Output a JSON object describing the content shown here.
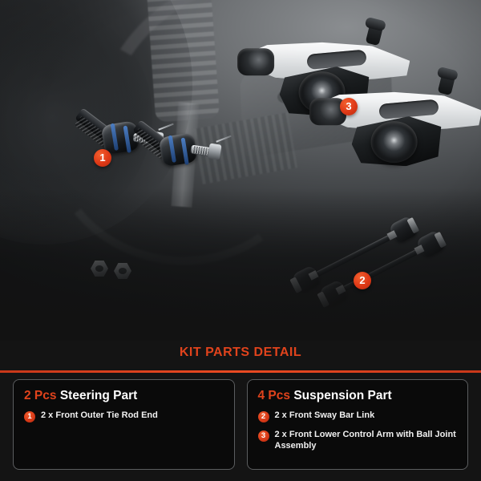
{
  "photo": {
    "parts": [
      {
        "id": "tie-rod-end-left",
        "badge": "1",
        "name": "Front Outer Tie Rod End"
      },
      {
        "id": "tie-rod-end-right",
        "badge": "1",
        "name": "Front Outer Tie Rod End"
      },
      {
        "id": "sway-bar-link-pair",
        "badge": "2",
        "name": "Front Sway Bar Link"
      },
      {
        "id": "lower-control-arm-pair",
        "badge": "3",
        "name": "Front Lower Control Arm with Ball Joint Assembly"
      },
      {
        "id": "hardware-nuts",
        "badge": "",
        "name": "Castle Nuts"
      }
    ],
    "badges": [
      {
        "label": "1"
      },
      {
        "label": "2"
      },
      {
        "label": "3"
      }
    ]
  },
  "detail": {
    "title": "KIT PARTS DETAIL",
    "accent_color": "#e0431c",
    "cards": [
      {
        "pcs": "2 Pcs",
        "heading": "Steering Part",
        "items": [
          {
            "badge": "1",
            "text": "2 x Front Outer Tie Rod End"
          }
        ]
      },
      {
        "pcs": "4 Pcs",
        "heading": "Suspension Part",
        "items": [
          {
            "badge": "2",
            "text": "2 x Front Sway Bar Link"
          },
          {
            "badge": "3",
            "text": "2 x Front Lower Control Arm with Ball Joint Assembly"
          }
        ]
      }
    ]
  }
}
